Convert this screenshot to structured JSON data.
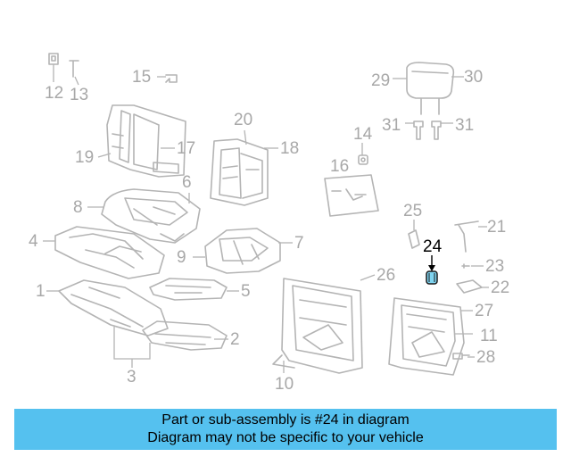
{
  "diagram": {
    "highlighted_part": "24",
    "callouts": {
      "c1": "1",
      "c2": "2",
      "c3": "3",
      "c4": "4",
      "c5": "5",
      "c6": "6",
      "c7": "7",
      "c8": "8",
      "c9": "9",
      "c10": "10",
      "c11": "11",
      "c12": "12",
      "c13": "13",
      "c14": "14",
      "c15": "15",
      "c16": "16",
      "c17": "17",
      "c18": "18",
      "c19": "19",
      "c20": "20",
      "c21": "21",
      "c22": "22",
      "c23": "23",
      "c24": "24",
      "c25": "25",
      "c26": "26",
      "c27": "27",
      "c28": "28",
      "c29": "29",
      "c30": "30",
      "c31a": "31",
      "c31b": "31"
    }
  },
  "banner": {
    "line1": "Part or sub-assembly is #24 in diagram",
    "line2": "Diagram may not be specific to your vehicle"
  },
  "colors": {
    "banner_bg": "#55c1ef",
    "highlight_part": "#7fd4f0",
    "drawing_lines": "#b4b4b4"
  }
}
